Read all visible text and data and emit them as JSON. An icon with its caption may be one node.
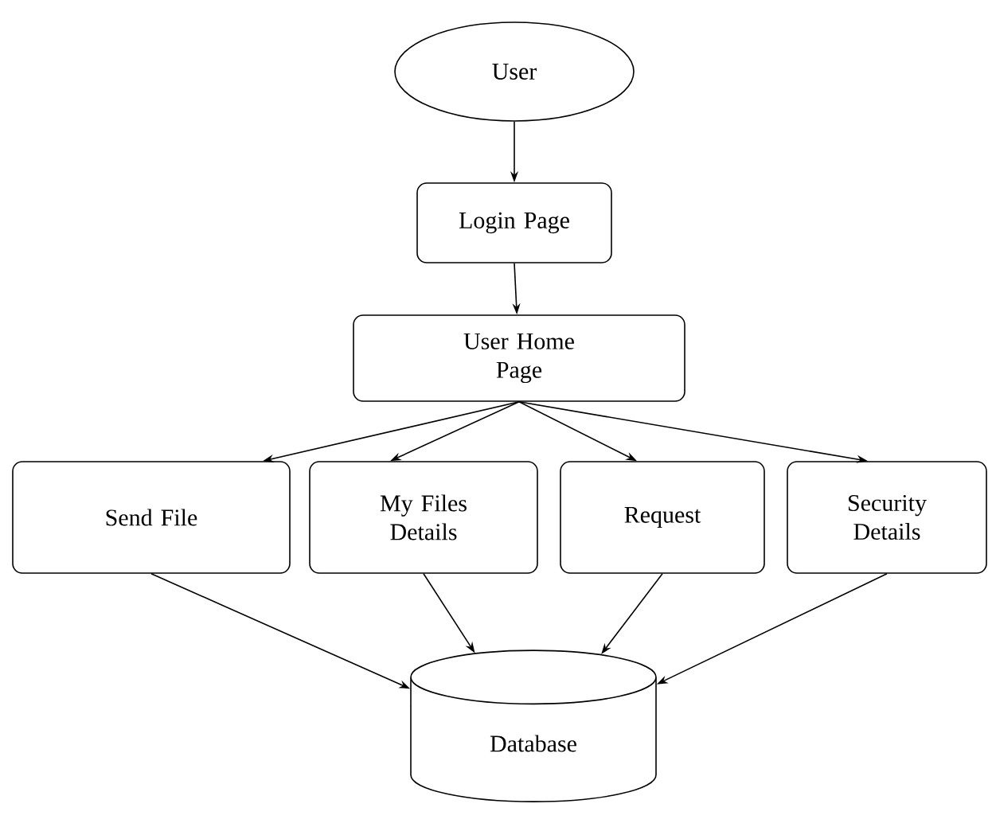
{
  "diagram": {
    "nodes": [
      {
        "text": [
          "User"
        ]
      },
      {
        "text": [
          "Login Page"
        ]
      },
      {
        "text": [
          "User Home Page"
        ]
      },
      {
        "text": [
          "Send File"
        ]
      },
      {
        "text": [
          "My Files Details"
        ]
      },
      {
        "text": [
          "Request"
        ]
      },
      {
        "text": [
          "Security Details"
        ]
      },
      {
        "text": [
          "Database"
        ]
      }
    ],
    "edges": [
      {
        "from": 0,
        "to": 1,
        "arrow": "to"
      },
      {
        "from": 1,
        "to": 2,
        "arrow": "to"
      },
      {
        "from": 2,
        "to": 3,
        "arrow": "to"
      },
      {
        "from": 2,
        "to": 4,
        "arrow": "to"
      },
      {
        "from": 2,
        "to": 5,
        "arrow": "to"
      },
      {
        "from": 2,
        "to": 6,
        "arrow": "to"
      },
      {
        "from": 3,
        "to": 7,
        "arrow": "to"
      },
      {
        "from": 4,
        "to": 7,
        "arrow": "to"
      },
      {
        "from": 5,
        "to": 7,
        "arrow": "to"
      },
      {
        "from": 6,
        "to": 7,
        "arrow": "to"
      }
    ]
  }
}
